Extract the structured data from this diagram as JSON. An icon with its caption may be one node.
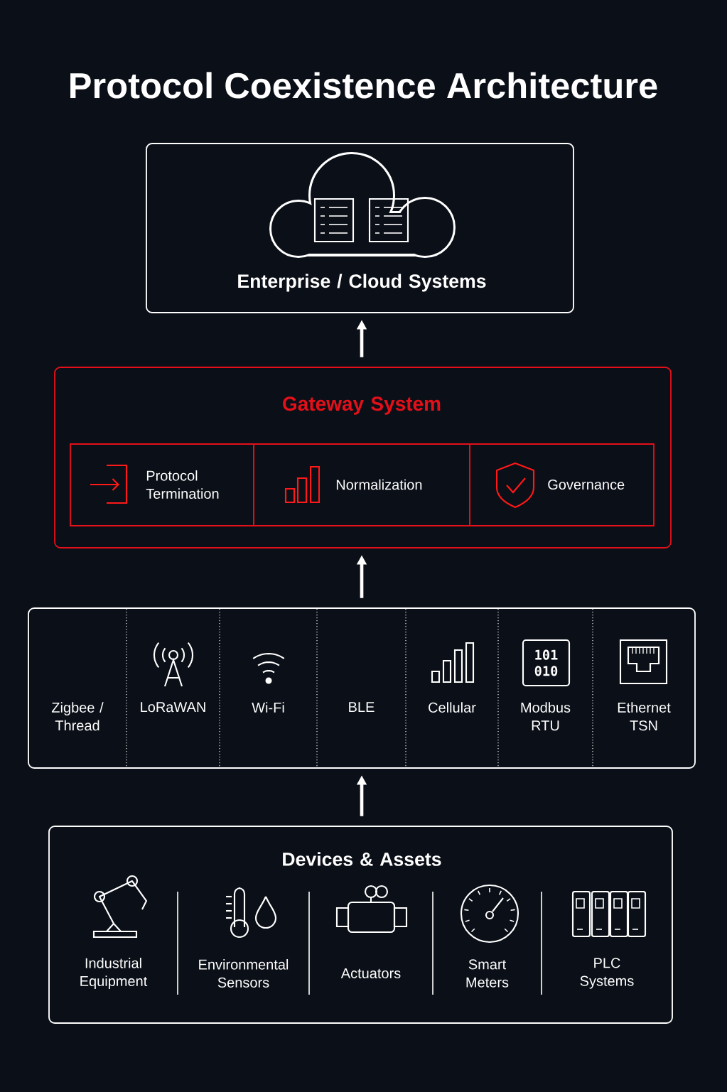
{
  "diagram": {
    "title": "Protocol Coexistence Architecture",
    "nodes": [
      {
        "text": [
          "Enterprise / Cloud Systems"
        ]
      },
      {
        "text": [
          "Gateway System"
        ]
      },
      {
        "text": [
          "Protocol Termination"
        ],
        "in": 1
      },
      {
        "text": [
          "Normalization"
        ],
        "in": 1
      },
      {
        "text": [
          "Governance"
        ],
        "in": 1
      },
      {
        "text": [],
        "shape": "box"
      },
      {
        "text": [
          "Zigbee / Thread"
        ],
        "in": 5
      },
      {
        "text": [
          "LoRaWAN"
        ],
        "in": 5
      },
      {
        "text": [
          "Wi-Fi"
        ],
        "in": 5
      },
      {
        "text": [
          "BLE"
        ],
        "in": 5
      },
      {
        "text": [
          "Cellular"
        ],
        "in": 5
      },
      {
        "text": [
          "Modbus RTU"
        ],
        "in": 5
      },
      {
        "text": [
          "Ethernet TSN"
        ],
        "in": 5
      },
      {
        "text": [
          "Devices & Assets"
        ]
      },
      {
        "text": [
          "Industrial Equipment"
        ],
        "in": 13
      },
      {
        "text": [
          "Environmental Sensors"
        ],
        "in": 13
      },
      {
        "text": [
          "Actuators"
        ],
        "in": 13
      },
      {
        "text": [
          "Smart Meters"
        ],
        "in": 13
      },
      {
        "text": [
          "PLC Systems"
        ],
        "in": 13
      }
    ],
    "edges": [
      {
        "from": 1,
        "to": 0,
        "arrow": "to"
      },
      {
        "from": 5,
        "to": 1,
        "arrow": "to"
      },
      {
        "from": 13,
        "to": 5,
        "arrow": "to"
      }
    ],
    "labels": [
      "101 010"
    ]
  }
}
